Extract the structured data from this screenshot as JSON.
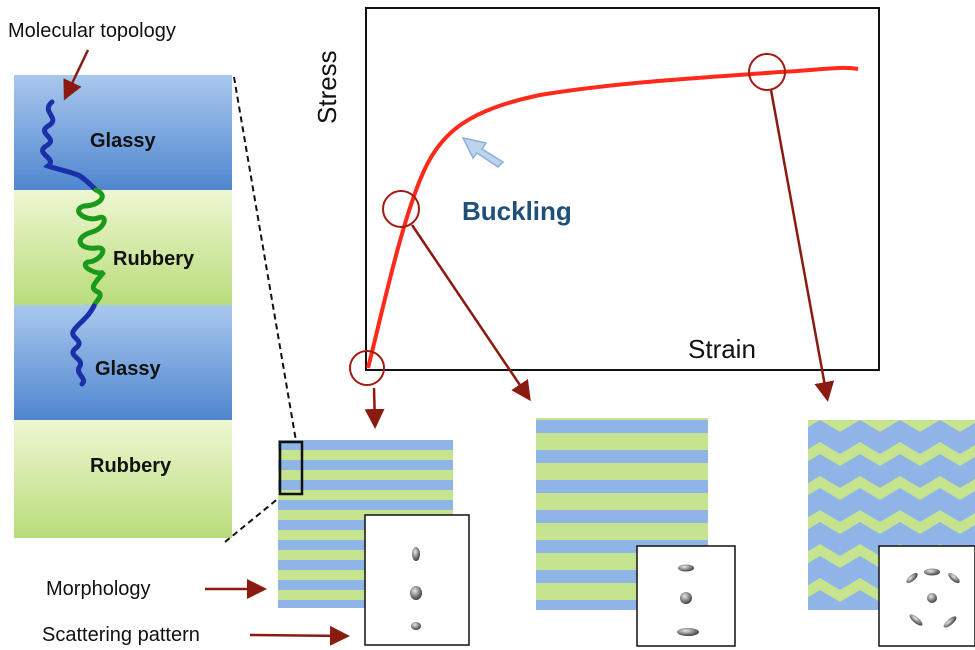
{
  "labels": {
    "molecular_topology": "Molecular topology",
    "layer_1": "Glassy",
    "layer_2": "Rubbery",
    "layer_3": "Glassy",
    "layer_4": "Rubbery",
    "y_axis": "Stress",
    "x_axis": "Strain",
    "annotation": "Buckling",
    "morphology": "Morphology",
    "scattering": "Scattering pattern"
  },
  "colors": {
    "glassy": "#6fa0d8",
    "rubbery": "#c6e38f",
    "curve": "#ff2a1a",
    "arrow": "#8b1a10",
    "chain_blue": "#1a2fa8",
    "chain_green": "#1a9a1a"
  },
  "stages": [
    {
      "morphology": "lamellar-stripes",
      "scattering": "three-dots-vertical"
    },
    {
      "morphology": "thick-lamellar-stripes",
      "scattering": "three-elongated-dots"
    },
    {
      "morphology": "chevron",
      "scattering": "four-point-pattern"
    }
  ]
}
